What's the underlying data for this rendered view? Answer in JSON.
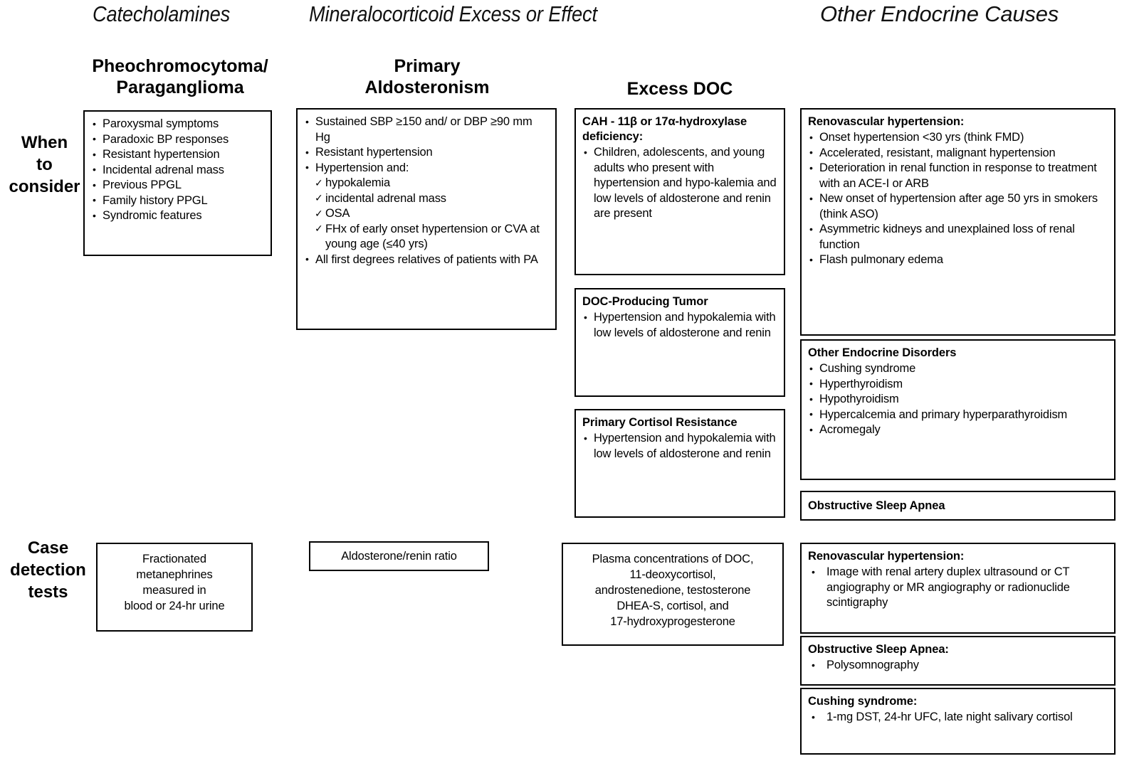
{
  "group_headings": [
    {
      "id": "catecholamines",
      "text": "Catecholamines"
    },
    {
      "id": "mineralocorticoid",
      "text": "Mineralocorticoid Excess or Effect"
    },
    {
      "id": "other-endocrine",
      "text": "Other Endocrine Causes"
    }
  ],
  "column_titles": [
    {
      "id": "pheo",
      "line1": "Pheochromocytoma/",
      "line2": "Paraganglioma"
    },
    {
      "id": "pa",
      "line1": "Primary",
      "line2": "Aldosteronism"
    },
    {
      "id": "doc",
      "line1": "Excess DOC",
      "line2": ""
    }
  ],
  "row_labels": {
    "when_to_consider": {
      "line1": "When",
      "line2": "to",
      "line3": "consider"
    },
    "case_detection": {
      "line1": "Case",
      "line2": "detection",
      "line3": "tests"
    }
  },
  "when_to_consider": {
    "pheo": {
      "items": [
        "Paroxysmal symptoms",
        "Paradoxic BP responses",
        "Resistant hypertension",
        "Incidental adrenal mass",
        "Previous PPGL",
        "Family history PPGL",
        "Syndromic features"
      ]
    },
    "primary_aldosteronism": {
      "items": [
        {
          "kind": "bullet",
          "text": "Sustained SBP ≥150 and/ or DBP ≥90 mm  Hg"
        },
        {
          "kind": "bullet",
          "text": "Resistant hypertension"
        },
        {
          "kind": "bullet",
          "text": "Hypertension and:"
        },
        {
          "kind": "check",
          "text": "hypokalemia"
        },
        {
          "kind": "check",
          "text": "incidental adrenal mass"
        },
        {
          "kind": "check",
          "text": "OSA"
        },
        {
          "kind": "check",
          "text": "FHx of early onset hypertension or CVA at young age (≤40 yrs)"
        },
        {
          "kind": "bullet",
          "text": "All first degrees relatives of patients with PA"
        }
      ]
    },
    "excess_doc": {
      "cah": {
        "title": "CAH - 11β or 17α-hydroxylase deficiency:",
        "items": [
          "Children, adolescents, and young adults who present with hypertension and hypo-kalemia and low levels of aldosterone and renin are present"
        ]
      },
      "doc_tumor": {
        "title": "DOC-Producing Tumor",
        "items": [
          "Hypertension and hypokalemia with low levels of aldosterone and renin"
        ]
      },
      "cortisol_resistance": {
        "title": "Primary Cortisol Resistance",
        "items": [
          "Hypertension and hypokalemia with low levels of aldosterone and renin"
        ]
      }
    },
    "other_endocrine": {
      "renovascular": {
        "title": "Renovascular  hypertension:",
        "items": [
          "Onset hypertension <30 yrs (think FMD)",
          "Accelerated, resistant, malignant hypertension",
          "Deterioration in renal function in response to treatment  with an ACE-I or ARB",
          "New  onset of hypertension after age 50 yrs in smokers (think ASO)",
          "Asymmetric  kidneys and unexplained loss of renal function",
          "Flash pulmonary edema"
        ]
      },
      "other_disorders": {
        "title": "Other Endocrine Disorders",
        "items": [
          "Cushing syndrome",
          "Hyperthyroidism",
          "Hypothyroidism",
          "Hypercalcemia and primary hyperparathyroidism",
          "Acromegaly"
        ]
      },
      "osa": {
        "title": "Obstructive Sleep Apnea"
      }
    }
  },
  "case_detection_tests": {
    "pheo": {
      "lines": [
        "Fractionated",
        "metanephrines",
        "measured in",
        "blood or 24-hr urine"
      ]
    },
    "primary_aldosteronism": {
      "text": "Aldosterone/renin ratio"
    },
    "excess_doc": {
      "lines": [
        "Plasma concentrations of DOC,",
        "11-deoxycortisol,",
        "androstenedione, testosterone",
        "DHEA-S,  cortisol, and",
        "17-hydroxyprogesterone"
      ]
    },
    "other_endocrine": {
      "renovascular": {
        "title": "Renovascular  hypertension:",
        "items": [
          "Image with renal artery duplex ultrasound or CT angiography or MR angiography or radionuclide scintigraphy"
        ]
      },
      "osa": {
        "title": "Obstructive Sleep Apnea:",
        "items": [
          "Polysomnography"
        ]
      },
      "cushing": {
        "title": "Cushing syndrome:",
        "items": [
          "1-mg DST, 24-hr UFC, late night salivary cortisol"
        ]
      }
    }
  },
  "colors": {
    "border": "#000000",
    "text": "#000000",
    "background": "#ffffff"
  }
}
